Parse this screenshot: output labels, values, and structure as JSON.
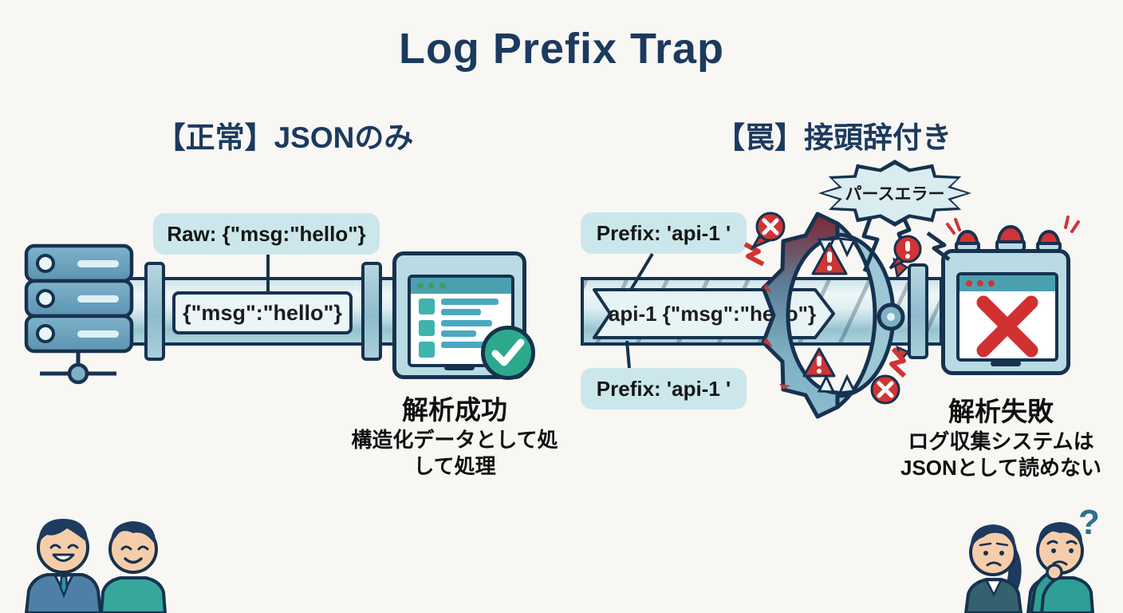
{
  "title": "Log Prefix Trap",
  "left_panel": {
    "heading": "【正常】JSONのみ",
    "raw_label": "Raw: {\"msg:\"hello\"}",
    "pipe_text": "{\"msg\":\"hello\"}",
    "result_title": "解析成功",
    "result_line1": "構造化データとして処",
    "result_line2": "して処理"
  },
  "right_panel": {
    "heading": "【罠】接頭辞付き",
    "prefix_label_top": "Prefix: 'api-1 '",
    "prefix_label_bottom": "Prefix: 'api-1 '",
    "pipe_text": "api-1 {\"msg\":\"hello\"}",
    "burst_label": "パースエラー",
    "result_title": "解析失敗",
    "result_line1": "ログ収集システムは",
    "result_line2": "JSONとして読めない",
    "question_mark": "?"
  },
  "colors": {
    "navy_outline": "#16324f",
    "title_text": "#1c3a5e",
    "error_red": "#d03434",
    "success_green": "#2ca98c",
    "pipe_blue": "#bcdce3",
    "label_bg": "#cbe7eb",
    "teal_accent": "#3fb3ae",
    "background": "#f8f7f4"
  }
}
